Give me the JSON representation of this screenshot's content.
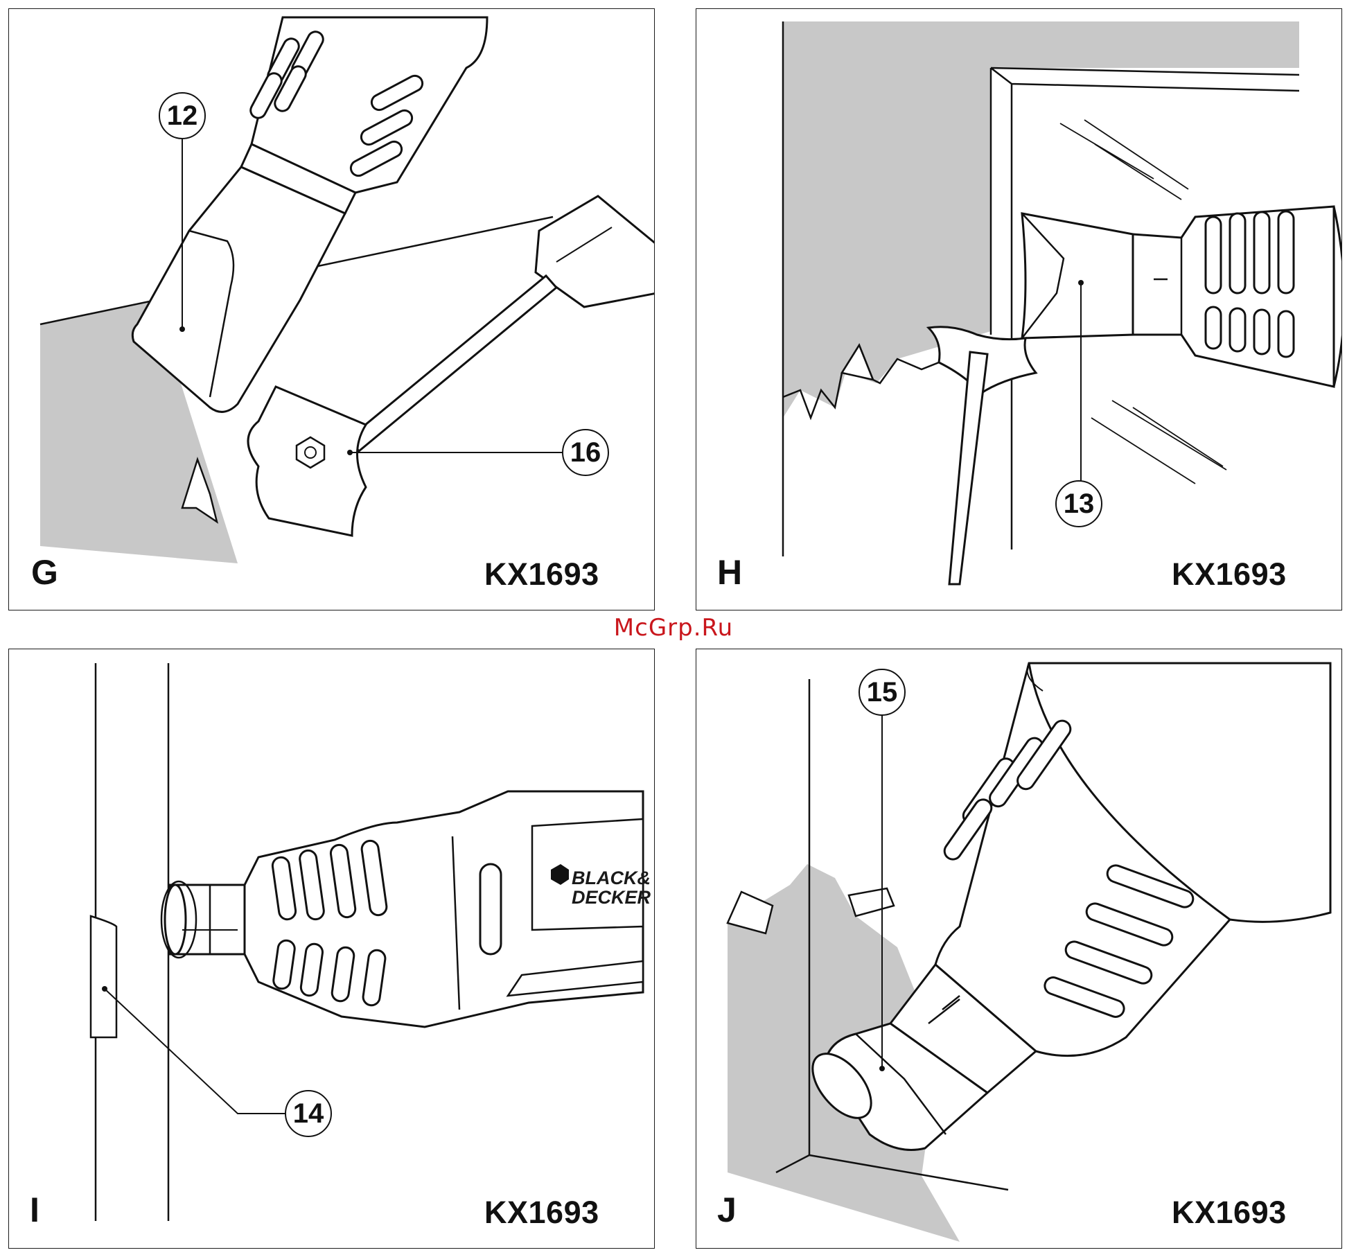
{
  "watermark": "McGrp.Ru",
  "brand_logo": {
    "line1": "BLACK&",
    "line2": "DECKER"
  },
  "panels": [
    {
      "letter": "G",
      "model": "KX1693",
      "callouts": [
        "12",
        "16"
      ]
    },
    {
      "letter": "H",
      "model": "KX1693",
      "callouts": [
        "13"
      ]
    },
    {
      "letter": "I",
      "model": "KX1693",
      "callouts": [
        "14"
      ]
    },
    {
      "letter": "J",
      "model": "KX1693",
      "callouts": [
        "15"
      ]
    }
  ],
  "colors": {
    "surface_gray": "#c8c8c8",
    "line": "#111111",
    "watermark": "#c9161c"
  }
}
